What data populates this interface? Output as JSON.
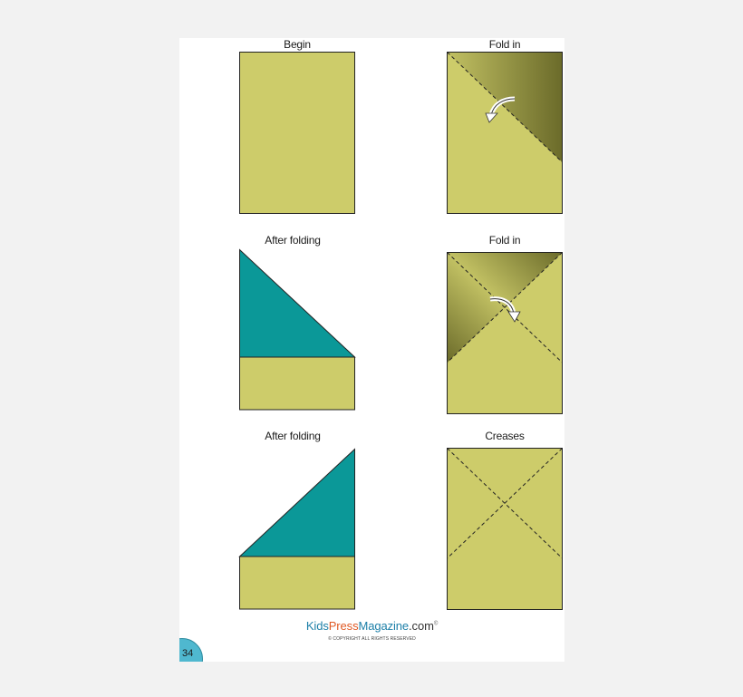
{
  "steps": [
    {
      "id": "begin",
      "label": "Begin"
    },
    {
      "id": "fold-in-1",
      "label": "Fold in"
    },
    {
      "id": "after-folding-1",
      "label": "After folding"
    },
    {
      "id": "fold-in-2",
      "label": "Fold in"
    },
    {
      "id": "after-folding-2",
      "label": "After folding"
    },
    {
      "id": "creases",
      "label": "Creases"
    }
  ],
  "footer": {
    "brand_part1": "Kids",
    "brand_part2": "Press",
    "brand_part3": "Magazine",
    "brand_part4": ".com",
    "brand_mark": "©",
    "copyright": "© COPYRIGHT ALL RIGHTS RESERVED",
    "page_number": "34"
  },
  "colors": {
    "paper": "#cdcc6a",
    "folded_flap": "#0b9898",
    "shadow_dark": "#6b6b2a",
    "page_badge": "#4fb8cf"
  }
}
